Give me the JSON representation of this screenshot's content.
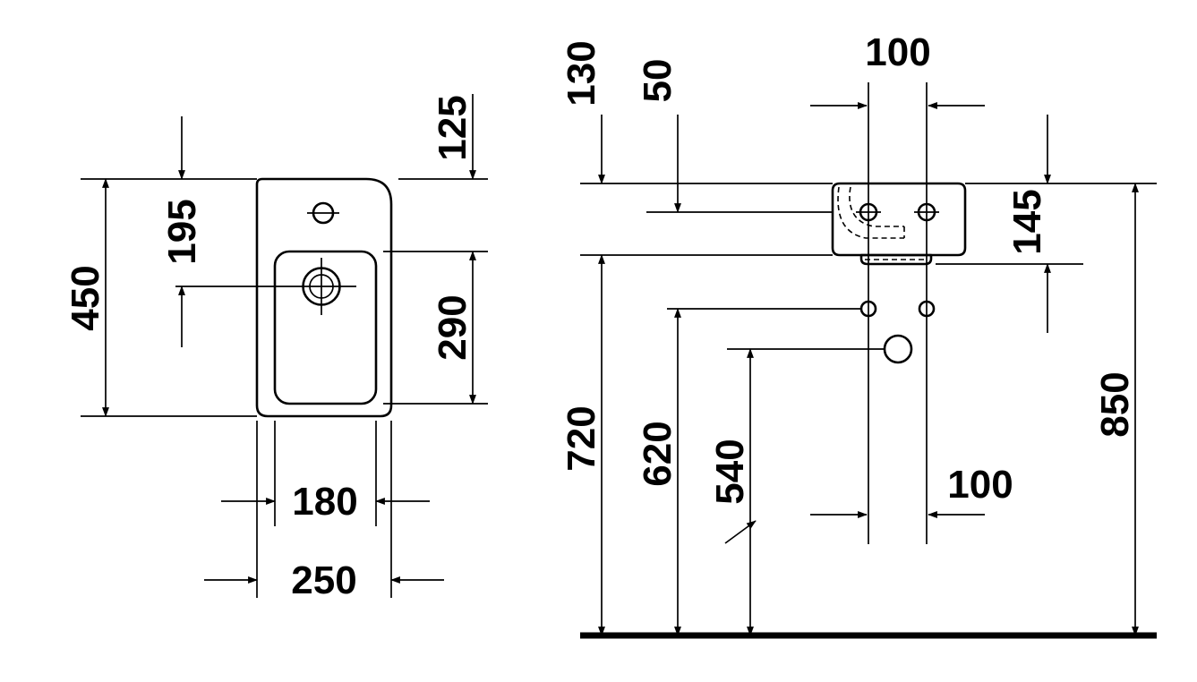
{
  "drawing": {
    "type": "technical-dimension-drawing",
    "subject": "wall-hung handrinse basin, plan view and front elevation",
    "background": "#ffffff",
    "line_color": "#000000",
    "plan_view": {
      "labels": {
        "overall_depth": "450",
        "tap_to_rear": "195",
        "rim_to_bowl": "125",
        "bowl_depth": "290",
        "bowl_width": "180",
        "overall_width": "250"
      }
    },
    "front_view": {
      "labels": {
        "body_height": "130",
        "tap_offset": "50",
        "tap_spacing": "100",
        "front_height": "145",
        "underside_height": "720",
        "fixing_height": "620",
        "outlet_height": "540",
        "fixing_spacing": "100",
        "rim_height": "850"
      }
    }
  }
}
